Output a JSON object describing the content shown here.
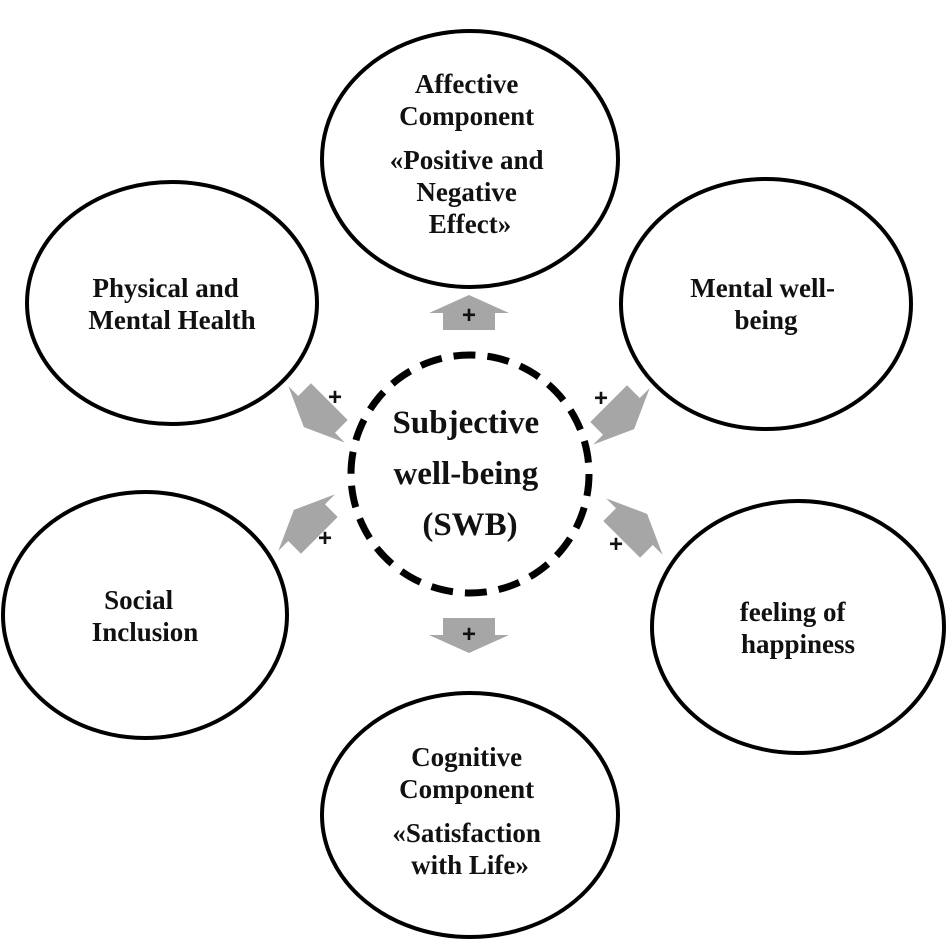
{
  "center": {
    "lines": [
      "Subjective",
      "well-being",
      "(SWB)"
    ]
  },
  "nodes": [
    {
      "id": "affective",
      "lines": [
        "Affective",
        "Component",
        "«Positive and",
        "Negative",
        "Effect»"
      ]
    },
    {
      "id": "physical",
      "lines": [
        "Physical and",
        "Mental Health"
      ]
    },
    {
      "id": "mental",
      "lines": [
        "Mental well-",
        "being"
      ]
    },
    {
      "id": "social",
      "lines": [
        "Social",
        "Inclusion"
      ]
    },
    {
      "id": "happiness",
      "lines": [
        "feeling of",
        "happiness"
      ]
    },
    {
      "id": "cognitive",
      "lines": [
        "Cognitive",
        "Component",
        "«Satisfaction",
        "with Life»"
      ]
    }
  ],
  "connector_symbol": "+",
  "colors": {
    "arrow_fill": "#a6a6a6",
    "outline": "#000000",
    "background": "#ffffff"
  }
}
